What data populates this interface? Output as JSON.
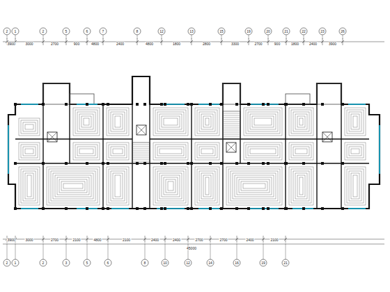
{
  "diagram": {
    "labels": [
      "2",
      "1",
      "2",
      "5",
      "6",
      "7",
      "8",
      "12",
      "13",
      "15",
      "19",
      "20",
      "21",
      "22",
      "23",
      "26",
      "3900",
      "3000",
      "2700",
      "900",
      "4800",
      "2400",
      "4800",
      "1800",
      "2800",
      "3300",
      "2700",
      "900",
      "1800",
      "2400",
      "3900",
      "3900",
      "3000",
      "2700",
      "2100",
      "4800",
      "2100",
      "2400",
      "2400",
      "2700",
      "2700",
      "2400",
      "2100",
      "45000",
      "2",
      "1",
      "2",
      "3",
      "5",
      "6",
      "8",
      "10",
      "12",
      "14",
      "16",
      "19",
      "21"
    ]
  }
}
